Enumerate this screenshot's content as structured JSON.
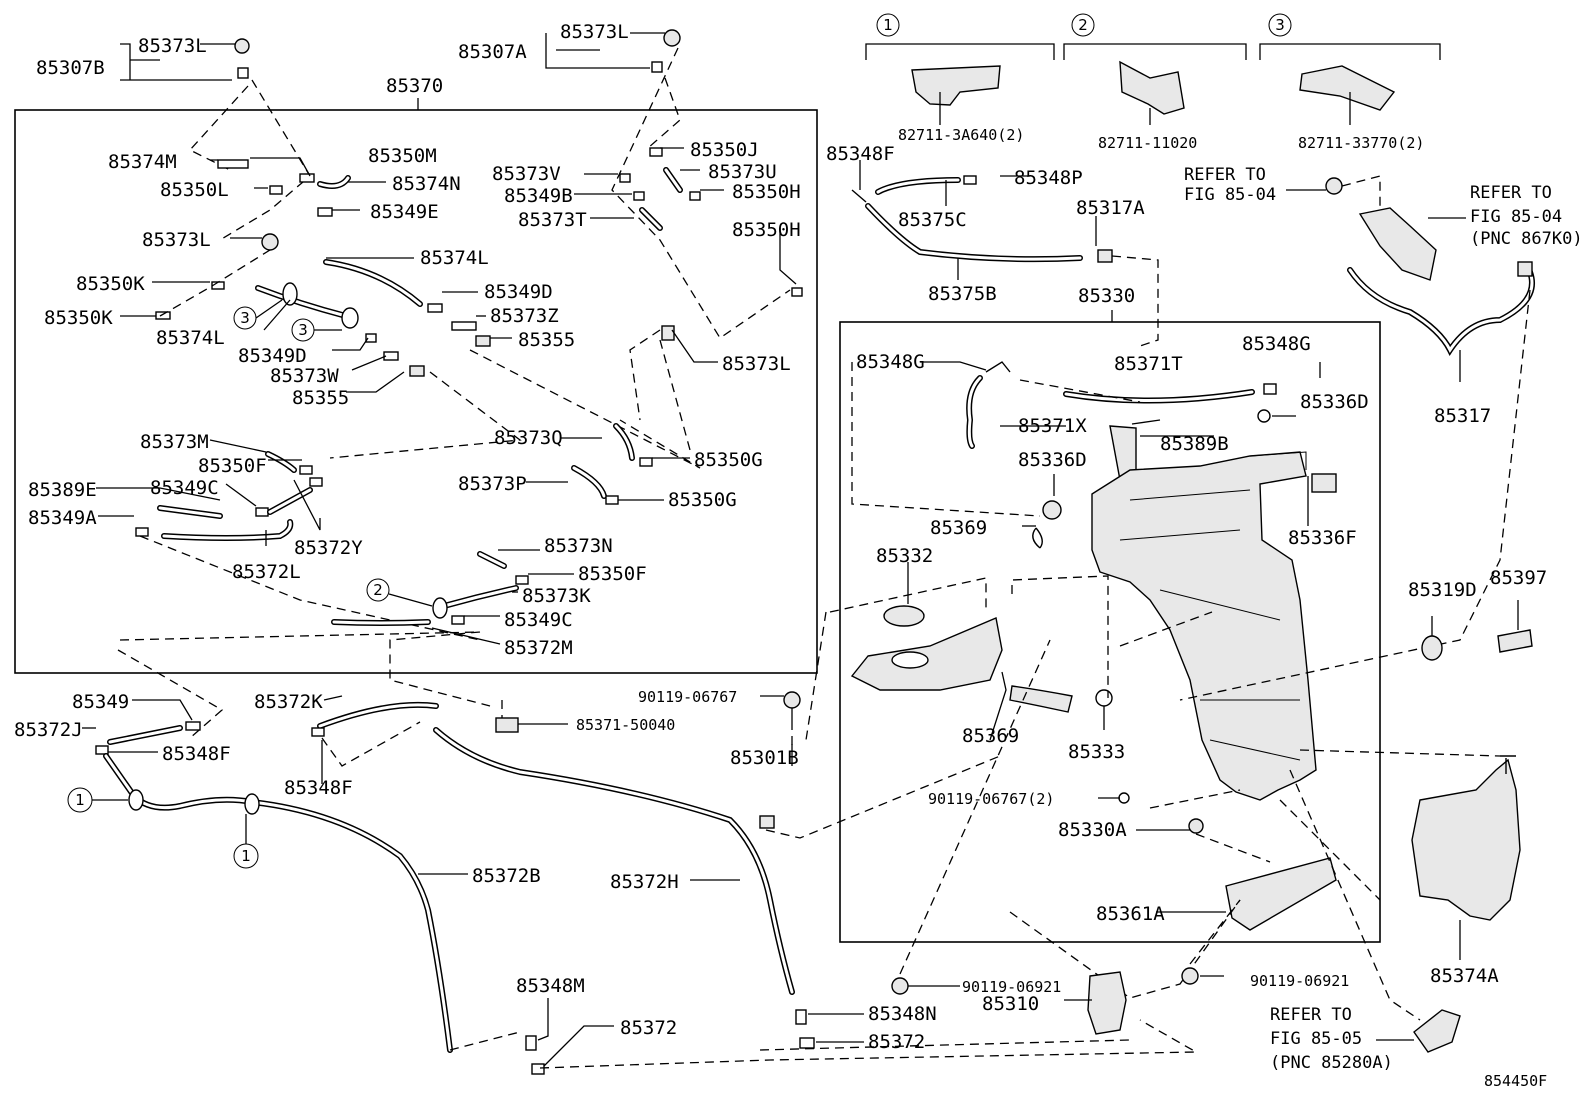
{
  "diagram": {
    "figure_code": "854450F",
    "groups": [
      {
        "number": "1",
        "part": "82711-3A640(2)"
      },
      {
        "number": "2",
        "part": "82711-11020"
      },
      {
        "number": "3",
        "part": "82711-33770(2)"
      }
    ],
    "refs": {
      "ref_8504_a_1": "REFER TO",
      "ref_8504_a_2": "FIG 85-04",
      "ref_8504_b_1": "REFER TO",
      "ref_8504_b_2": "FIG 85-04",
      "ref_8504_b_3": "(PNC 867K0)",
      "ref_8505_1": "REFER TO",
      "ref_8505_2": "FIG 85-05",
      "ref_8505_3": "(PNC 85280A)"
    },
    "labels": {
      "l_85307B": "85307B",
      "l_85373L_a": "85373L",
      "l_85307A": "85307A",
      "l_85373L_b": "85373L",
      "l_85370": "85370",
      "l_85374M": "85374M",
      "l_85350M": "85350M",
      "l_85350L": "85350L",
      "l_85374N": "85374N",
      "l_85349E": "85349E",
      "l_85373L_c": "85373L",
      "l_85374L_a": "85374L",
      "l_85350K_a": "85350K",
      "l_85350K_b": "85350K",
      "l_85374L_b": "85374L",
      "l_85349D_a": "85349D",
      "l_85349D_b": "85349D",
      "l_85373Z": "85373Z",
      "l_85373W": "85373W",
      "l_85355_a": "85355",
      "l_85355_b": "85355",
      "l_85350J": "85350J",
      "l_85373V": "85373V",
      "l_85373U": "85373U",
      "l_85349B": "85349B",
      "l_85350H_a": "85350H",
      "l_85373T": "85373T",
      "l_85350H_b": "85350H",
      "l_85373L_d": "85373L",
      "l_85373M": "85373M",
      "l_85350F_a": "85350F",
      "l_85349C_a": "85349C",
      "l_85389E": "85389E",
      "l_85349A": "85349A",
      "l_85372Y": "85372Y",
      "l_85372L": "85372L",
      "l_85373Q": "85373Q",
      "l_85350G_a": "85350G",
      "l_85373P": "85373P",
      "l_85350G_b": "85350G",
      "l_85373N": "85373N",
      "l_85350F_b": "85350F",
      "l_85373K": "85373K",
      "l_85349C_b": "85349C",
      "l_85372M": "85372M",
      "l_85349": "85349",
      "l_85372J": "85372J",
      "l_85348F_a": "85348F",
      "l_85372K": "85372K",
      "l_85348F_b": "85348F",
      "l_85371_50040": "85371-50040",
      "l_90119_06767_a": "90119-06767",
      "l_85301B": "85301B",
      "l_85372B": "85372B",
      "l_85372H": "85372H",
      "l_85348M": "85348M",
      "l_85372_a": "85372",
      "l_85348N": "85348N",
      "l_85372_b": "85372",
      "l_85348F_c": "85348F",
      "l_85348P": "85348P",
      "l_85375C": "85375C",
      "l_85317A": "85317A",
      "l_85375B": "85375B",
      "l_85330": "85330",
      "l_85348G_a": "85348G",
      "l_85348G_b": "85348G",
      "l_85371T": "85371T",
      "l_85336D_a": "85336D",
      "l_85371X": "85371X",
      "l_85389B": "85389B",
      "l_85336D_b": "85336D",
      "l_85369_a": "85369",
      "l_85336F": "85336F",
      "l_85332": "85332",
      "l_85369_b": "85369",
      "l_85333": "85333",
      "l_90119_06767_b": "90119-06767(2)",
      "l_85330A": "85330A",
      "l_85361A": "85361A",
      "l_90119_06921_a": "90119-06921",
      "l_85310": "85310",
      "l_90119_06921_b": "90119-06921",
      "l_85317": "85317",
      "l_85319D": "85319D",
      "l_85397": "85397",
      "l_85374A": "85374A"
    },
    "callouts": {
      "c3a": "3",
      "c3b": "3",
      "c2": "2",
      "c1a": "1",
      "c1b": "1"
    }
  }
}
